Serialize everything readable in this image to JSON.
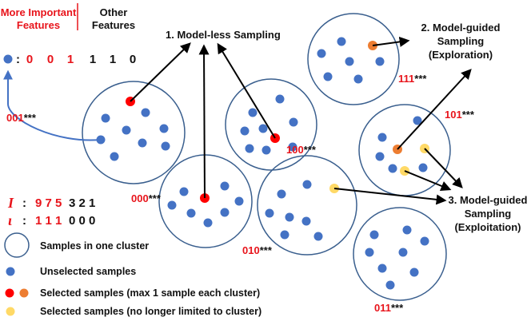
{
  "colors": {
    "cluster_stroke": "#3a5f8e",
    "unselected": "#4472c4",
    "selected_red": "#ff0000",
    "selected_orange": "#ed7d31",
    "selected_yellow": "#ffd966",
    "arrow_black": "#000000",
    "arrow_blue": "#4472c4",
    "red_text": "#e8141b"
  },
  "header": {
    "important_line1": "More Important",
    "important_line2": "Features",
    "other_line1": "Other",
    "other_line2": "Features",
    "colon": ":",
    "bits": [
      "0",
      "0",
      "1",
      "1",
      "1",
      "0"
    ]
  },
  "labels": {
    "modelless": "1. Model-less Sampling",
    "guided_explore_l1": "2. Model-guided",
    "guided_explore_l2": "Sampling",
    "guided_explore_l3": "(Exploration)",
    "guided_exploit_l1": "3. Model-guided",
    "guided_exploit_l2": "Sampling",
    "guided_exploit_l3": "(Exploitation)"
  },
  "clusters": {
    "c001": {
      "code": "001",
      "suffix": "***"
    },
    "c000": {
      "code": "000",
      "suffix": "***"
    },
    "c100": {
      "code": "100",
      "suffix": "***"
    },
    "c010": {
      "code": "010",
      "suffix": "***"
    },
    "c111": {
      "code": "111",
      "suffix": "***"
    },
    "c101": {
      "code": "101",
      "suffix": "***"
    },
    "c011": {
      "code": "011",
      "suffix": "***"
    }
  },
  "importance": {
    "I_symbol": "I",
    "I_colon": ":",
    "I_red": "9 7 5",
    "I_black": "3 2 1",
    "iota_symbol": "ι",
    "iota_colon": ":",
    "iota_red": "1 1 1",
    "iota_black": "0 0 0"
  },
  "legend": {
    "cluster": "Samples in one cluster",
    "unselected": "Unselected samples",
    "selected_cluster": "Selected samples (max 1 sample each cluster)",
    "selected_free": "Selected samples (no longer limited to cluster)"
  }
}
